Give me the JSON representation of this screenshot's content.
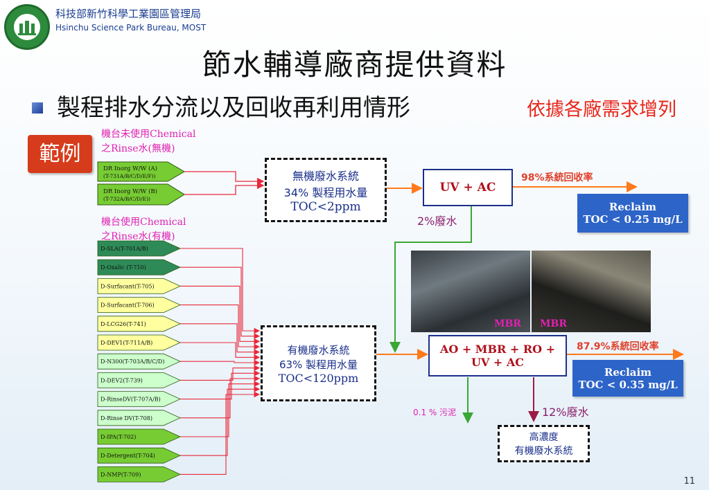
{
  "header": {
    "org_zh": "科技部新竹科學工業園區管理局",
    "org_en": "Hsinchu Science Park Bureau, MOST",
    "title": "節水輔導廠商提供資料"
  },
  "bullet": "製程排水分流以及回收再利用情形",
  "note": "依據各廠需求增列",
  "badge": "範例",
  "group_no_chem": {
    "line1": "機台未使用Chemical",
    "line2": "之Rinse水(無機)"
  },
  "group_chem": {
    "line1": "機台使用Chemical",
    "line2": "之Rinse水(有機)"
  },
  "inorganic_sources": [
    {
      "line1": "DR Inorg W/W (A)",
      "line2": "(T-731A/B/C/D/E/F))"
    },
    {
      "line1": "DR Inorg W/W (B)",
      "line2": "(T-732A/B/C/D/E))"
    }
  ],
  "organic_sources": [
    {
      "label": "D-SLA(T-701A/B)",
      "color": "#2e8b57"
    },
    {
      "label": "D-Oxalic (T-710)",
      "color": "#2e8b57"
    },
    {
      "label": "D-Surfacant(T-705)",
      "color": "#ffffa0"
    },
    {
      "label": "D-Surfacant(T-706)",
      "color": "#ffffa0"
    },
    {
      "label": "D-LCG26(T-741)",
      "color": "#ffffa0"
    },
    {
      "label": "D-DEV1(T-711A/B)",
      "color": "#ffffa0"
    },
    {
      "label": "D-N300(T-703A/B/C/D)",
      "color": "#ccffcc"
    },
    {
      "label": "D-DEV2(T-739)",
      "color": "#ccffcc"
    },
    {
      "label": "D-RinseDV(T-707A/B)",
      "color": "#ccffcc"
    },
    {
      "label": "D-Rinse DV(T-708)",
      "color": "#ccffcc"
    },
    {
      "label": "D-IPA(T-702)",
      "color": "#77cc33"
    },
    {
      "label": "D-Detergent(T-704)",
      "color": "#77cc33"
    },
    {
      "label": "D-NMP(T-709)",
      "color": "#77cc33"
    }
  ],
  "inorganic_system": {
    "line1": "無機廢水系統",
    "line2": "34% 製程用水量",
    "line3": "TOC<2ppm"
  },
  "organic_system": {
    "line1": "有機廢水系統",
    "line2": "63% 製程用水量",
    "line3": "TOC<120ppm"
  },
  "uv_ac": "UV + AC",
  "ao_mbr": {
    "line1": "AO + MBR + RO +",
    "line2": "UV + AC"
  },
  "rate1": "98%系統回收率",
  "rate2": "87.9%系統回收率",
  "reclaim1": {
    "line1": "Reclaim",
    "line2": "TOC < 0.25 mg/L"
  },
  "reclaim2": {
    "line1": "Reclaim",
    "line2": "TOC < 0.35 mg/L"
  },
  "waste_2pct": "2%廢水",
  "sludge": "0.1 % 污泥",
  "waste_12pct": "12%廢水",
  "high_conc": {
    "line1": "高濃度",
    "line2": "有機廢水系統"
  },
  "photo_labels": [
    "MBR",
    "MBR"
  ],
  "page_number": "11",
  "colors": {
    "arrow_red": "#e8283a",
    "arrow_orange": "#ff7a1a",
    "arrow_green": "#3aa635",
    "arrow_maroon": "#9b1b45",
    "reclaim_blue": "#2d64c8"
  }
}
